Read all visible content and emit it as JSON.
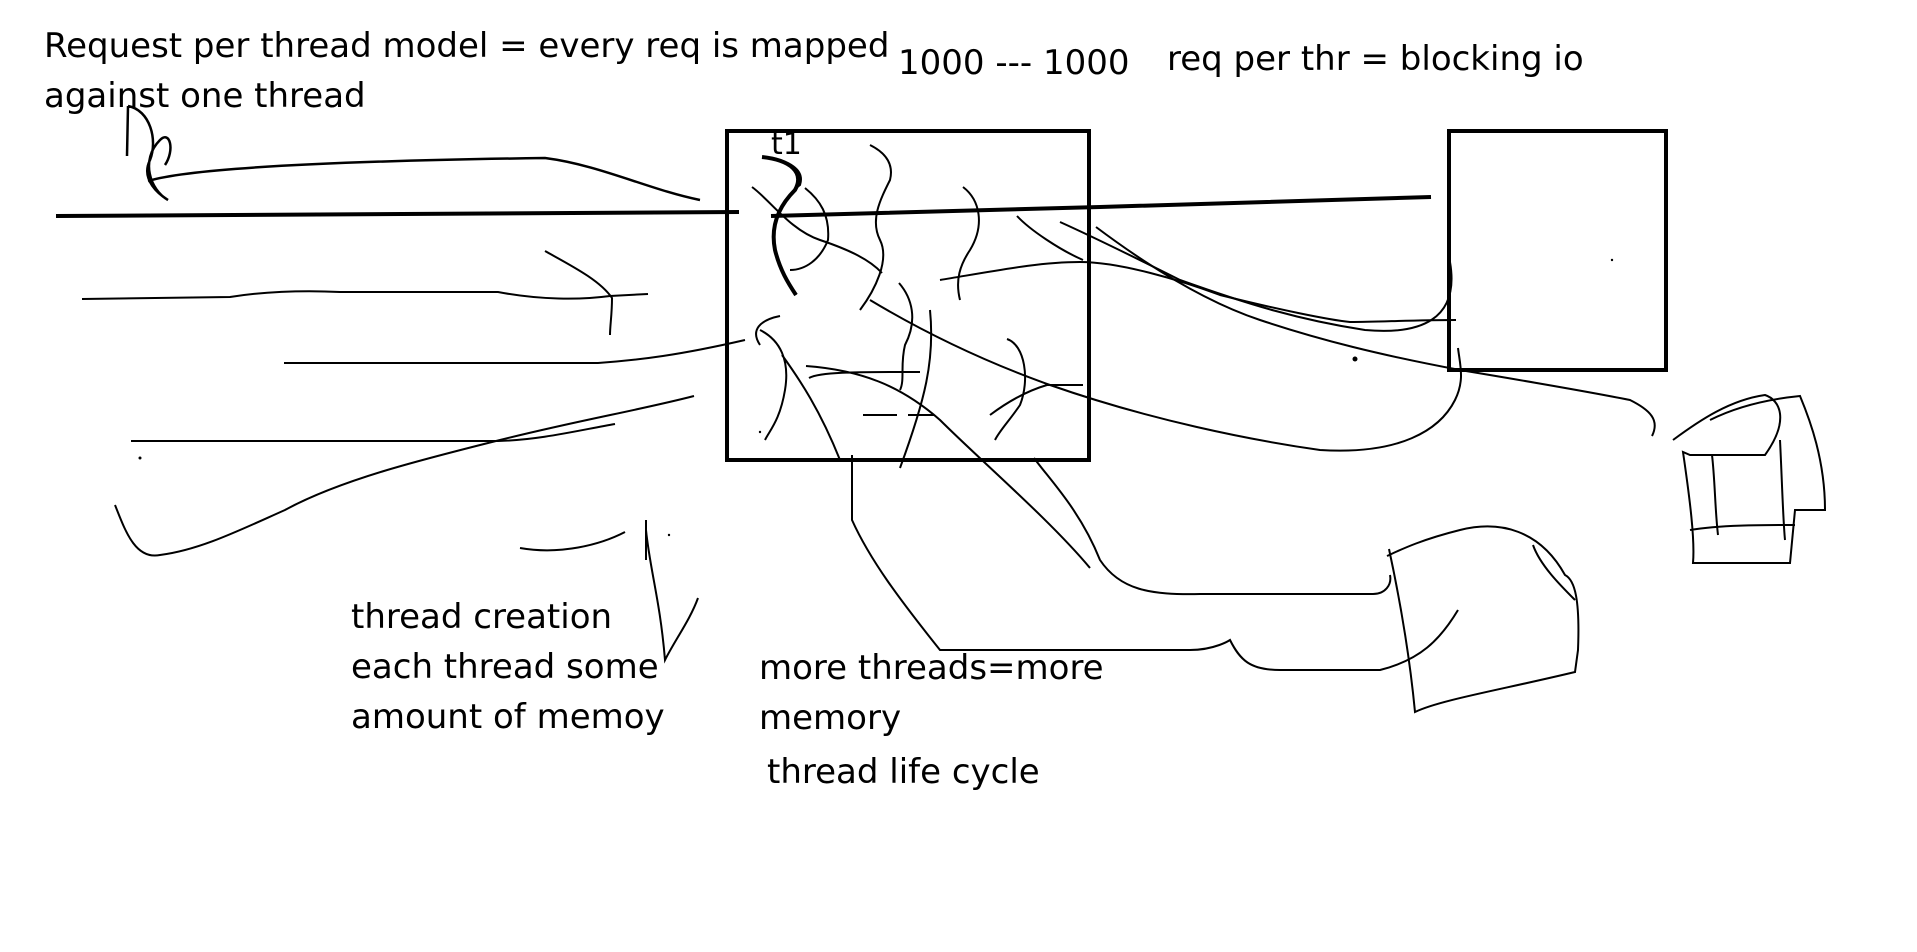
{
  "diagram": {
    "title_note": "Request per thread model = every req is mapped\nagainst one thread",
    "ratio_note": "1000 --- 1000",
    "blocking_note": "req per thr = blocking io",
    "thread_label": "t1",
    "thread_creation_note": "thread creation\neach thread some\namount of memoy",
    "memory_note": "more threads=more\nmemory",
    "lifecycle_note": "thread life cycle"
  },
  "colors": {
    "ink": "#000000",
    "background": "#ffffff"
  }
}
